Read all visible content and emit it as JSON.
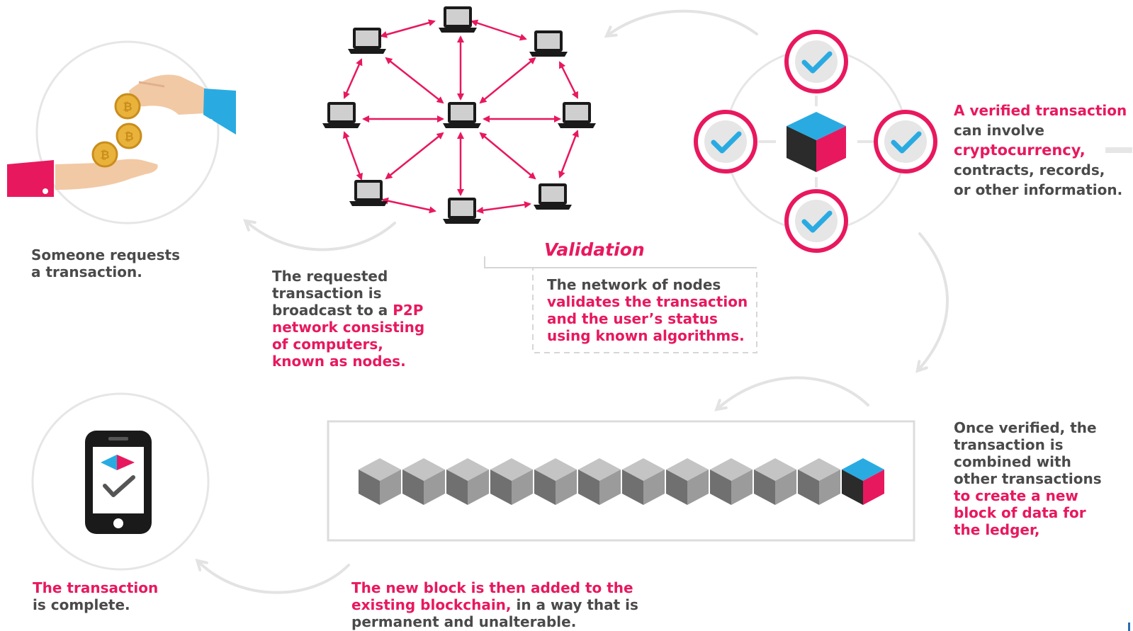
{
  "colors": {
    "accent_pink": "#e8185f",
    "accent_blue": "#29abe2",
    "text_gray": "#4a4a4a",
    "light_gray": "#e3e3e3",
    "gold": "#e9b23a"
  },
  "icons": [
    "hand-coins-icon",
    "laptop-icon",
    "check-circle-icon",
    "cube-icon",
    "block-chain-icon",
    "phone-check-icon"
  ],
  "step1": {
    "lines": [
      "Someone requests",
      "a transaction."
    ]
  },
  "step2": {
    "lines_dark": [
      "The requested",
      "transaction is",
      "broadcast to a "
    ],
    "inline_pink": "P2P",
    "lines_pink": [
      "network consisting",
      "of computers,",
      "known as nodes."
    ]
  },
  "step3": {
    "title": "Validation",
    "line_dark": "The network of nodes",
    "lines_pink": [
      "validates the transaction",
      "and the user’s status",
      "using known algorithms."
    ]
  },
  "step4": {
    "line_pink": "A verified transaction",
    "line_dark": "can involve",
    "highlight": "cryptocurrency,",
    "lines_dark": [
      "contracts, records,",
      "or other information."
    ]
  },
  "step5": {
    "lines_dark": [
      "Once verified, the",
      "transaction is",
      "combined with",
      "other transactions"
    ],
    "lines_pink": [
      "to create a new",
      "block of data for",
      "the ledger,"
    ]
  },
  "step6": {
    "line1_pink": "The new block is then added to the",
    "line2_pink": "existing blockchain,",
    "line2_dark": " in a way that is",
    "line3_dark": "permanent and unalterable."
  },
  "step7": {
    "line_pink": "The transaction",
    "line_dark": "is complete."
  }
}
